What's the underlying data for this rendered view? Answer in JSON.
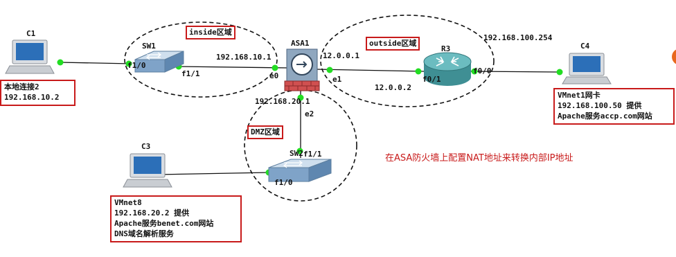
{
  "devices": {
    "c1": "C1",
    "c3": "C3",
    "c4": "C4",
    "sw1": "SW1",
    "sw2": "SW2",
    "asa1": "ASA1",
    "r3": "R3"
  },
  "interfaces": {
    "sw1_f10": "f1/0",
    "sw1_f11": "f1/1",
    "asa_e0": "e0",
    "asa_e1": "e1",
    "asa_e2": "e2",
    "r3_f01": "f0/1",
    "r3_f00": "f0/0",
    "sw2_f11": "f1/1",
    "sw2_f10": "f1/0"
  },
  "ips": {
    "asa_inside": "192.168.10.1",
    "asa_outside": "12.0.0.1",
    "r3_inside": "12.0.0.2",
    "r3_outside": "192.168.100.254",
    "asa_dmz": "192.168.20.1"
  },
  "zones": {
    "inside": "inside区域",
    "outside": "outside区域",
    "dmz": "DMZ区域"
  },
  "boxes": {
    "c1": [
      "本地连接2",
      "192.168.10.2"
    ],
    "c4": [
      "VMnet1网卡",
      "192.168.100.50 提供",
      "Apache服务accp.com网站"
    ],
    "c3": [
      "VMnet8",
      "192.168.20.2 提供",
      "Apache服务benet.com网站",
      "DNS域名解析服务"
    ]
  },
  "note": "在ASA防火墙上配置NAT地址来转换内部IP地址",
  "colors": {
    "frame_red": "#c81a1a",
    "link_green": "#22dd22",
    "switch_blue": "#7fa3c8",
    "router_teal": "#4aa3a8",
    "firewall_brick": "#d05050"
  }
}
